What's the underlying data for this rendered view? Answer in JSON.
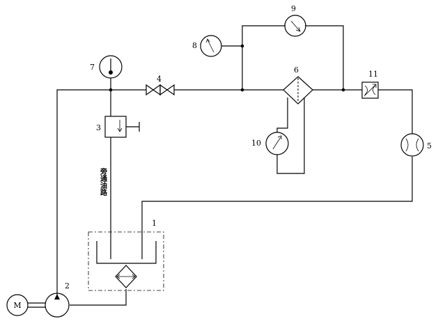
{
  "diagram": {
    "labels": {
      "n1": "1",
      "n2": "2",
      "n3": "3",
      "n4": "4",
      "n5": "5",
      "n6": "6",
      "n7": "7",
      "n8": "8",
      "n9": "9",
      "n10": "10",
      "n11": "11"
    },
    "motor_label": "M",
    "bypass_text": "旁通油路"
  }
}
